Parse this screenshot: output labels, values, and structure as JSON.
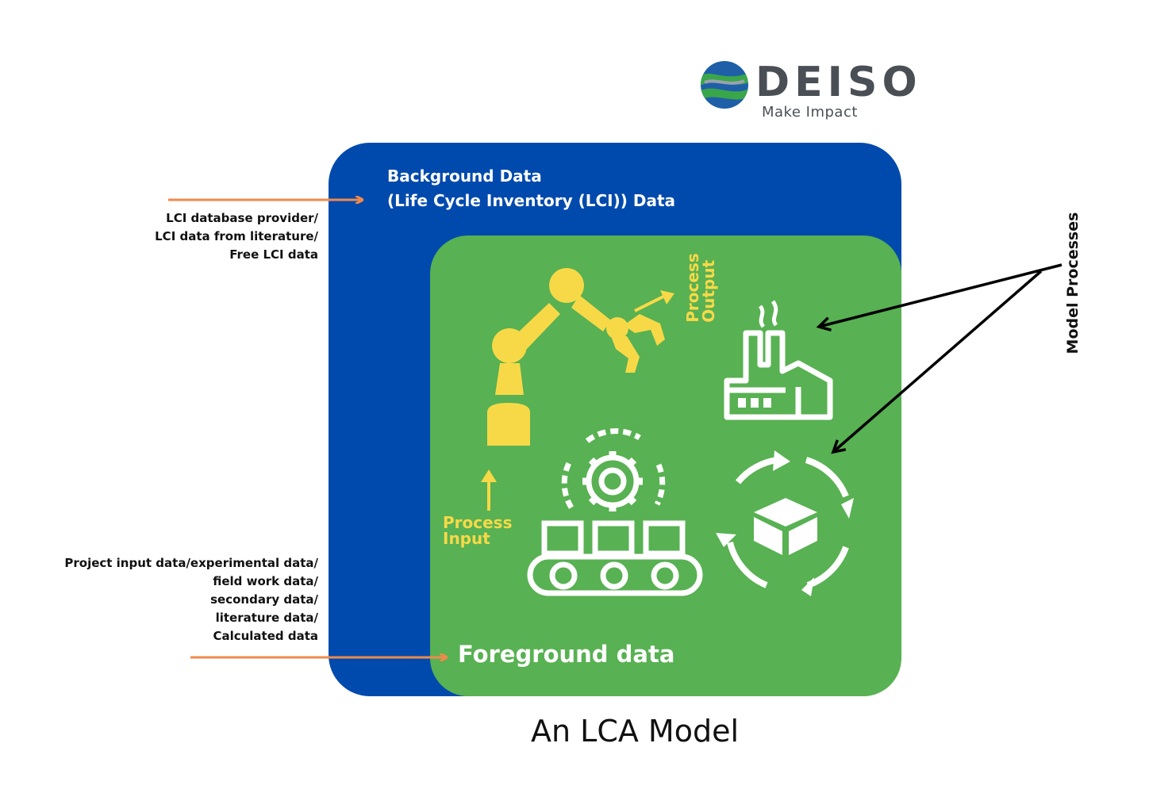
{
  "logo": {
    "name": "DEISO",
    "tagline": "Make Impact"
  },
  "background_panel": {
    "title_line1": "Background Data",
    "title_line2": "(Life Cycle Inventory (LCI)) Data"
  },
  "foreground_panel": {
    "title": "Foreground data",
    "process_input": [
      "Process",
      "Input"
    ],
    "process_output": [
      "Process",
      "Output"
    ]
  },
  "notes": {
    "lci_sources": [
      "LCI database provider/",
      "LCI data from literature/",
      "Free LCI data"
    ],
    "project_sources": [
      "Project input data/experimental data/",
      "field work data/",
      "secondary data/",
      "literature data/",
      "Calculated data"
    ]
  },
  "model_processes_label": "Model Processes",
  "caption": "An LCA Model",
  "colors": {
    "background_panel": "#004aad",
    "foreground_panel": "#58b152",
    "accent_yellow": "#f7d948",
    "arrow_orange": "#f08a4b",
    "icon_white": "#ffffff"
  },
  "icons": [
    "globe-logo-icon",
    "robot-arm-icon",
    "factory-icon",
    "conveyor-gear-icon",
    "recycle-box-icon"
  ]
}
